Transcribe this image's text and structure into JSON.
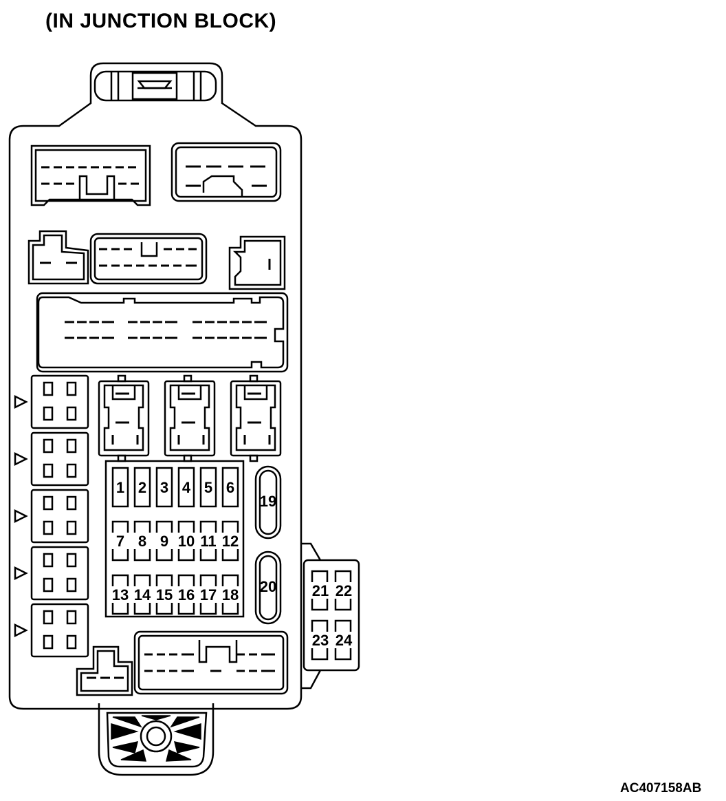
{
  "title": "(IN JUNCTION BLOCK)",
  "figure_code": "AC407158AB",
  "fuses": {
    "grid": [
      [
        "1",
        "2",
        "3",
        "4",
        "5",
        "6"
      ],
      [
        "7",
        "8",
        "9",
        "10",
        "11",
        "12"
      ],
      [
        "13",
        "14",
        "15",
        "16",
        "17",
        "18"
      ]
    ],
    "large": [
      "19",
      "20"
    ],
    "sub_block": [
      [
        "21",
        "22"
      ],
      [
        "23",
        "24"
      ]
    ]
  },
  "relay_count": 5,
  "colors": {
    "line": "#000000",
    "background": "#ffffff"
  }
}
